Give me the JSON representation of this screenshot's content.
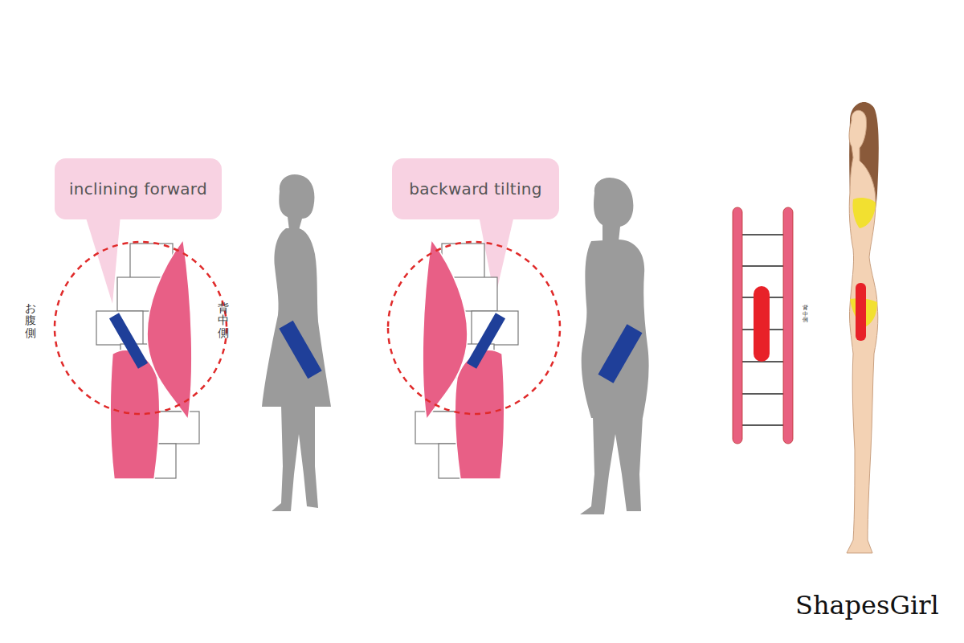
{
  "diagram": {
    "nodes": [
      {
        "text": [
          "inclining forward"
        ]
      },
      {
        "text": [
          "backward tilting"
        ]
      }
    ],
    "labels": [
      "お腹側",
      "背中側",
      "背中側",
      "ShapesGirl"
    ]
  }
}
